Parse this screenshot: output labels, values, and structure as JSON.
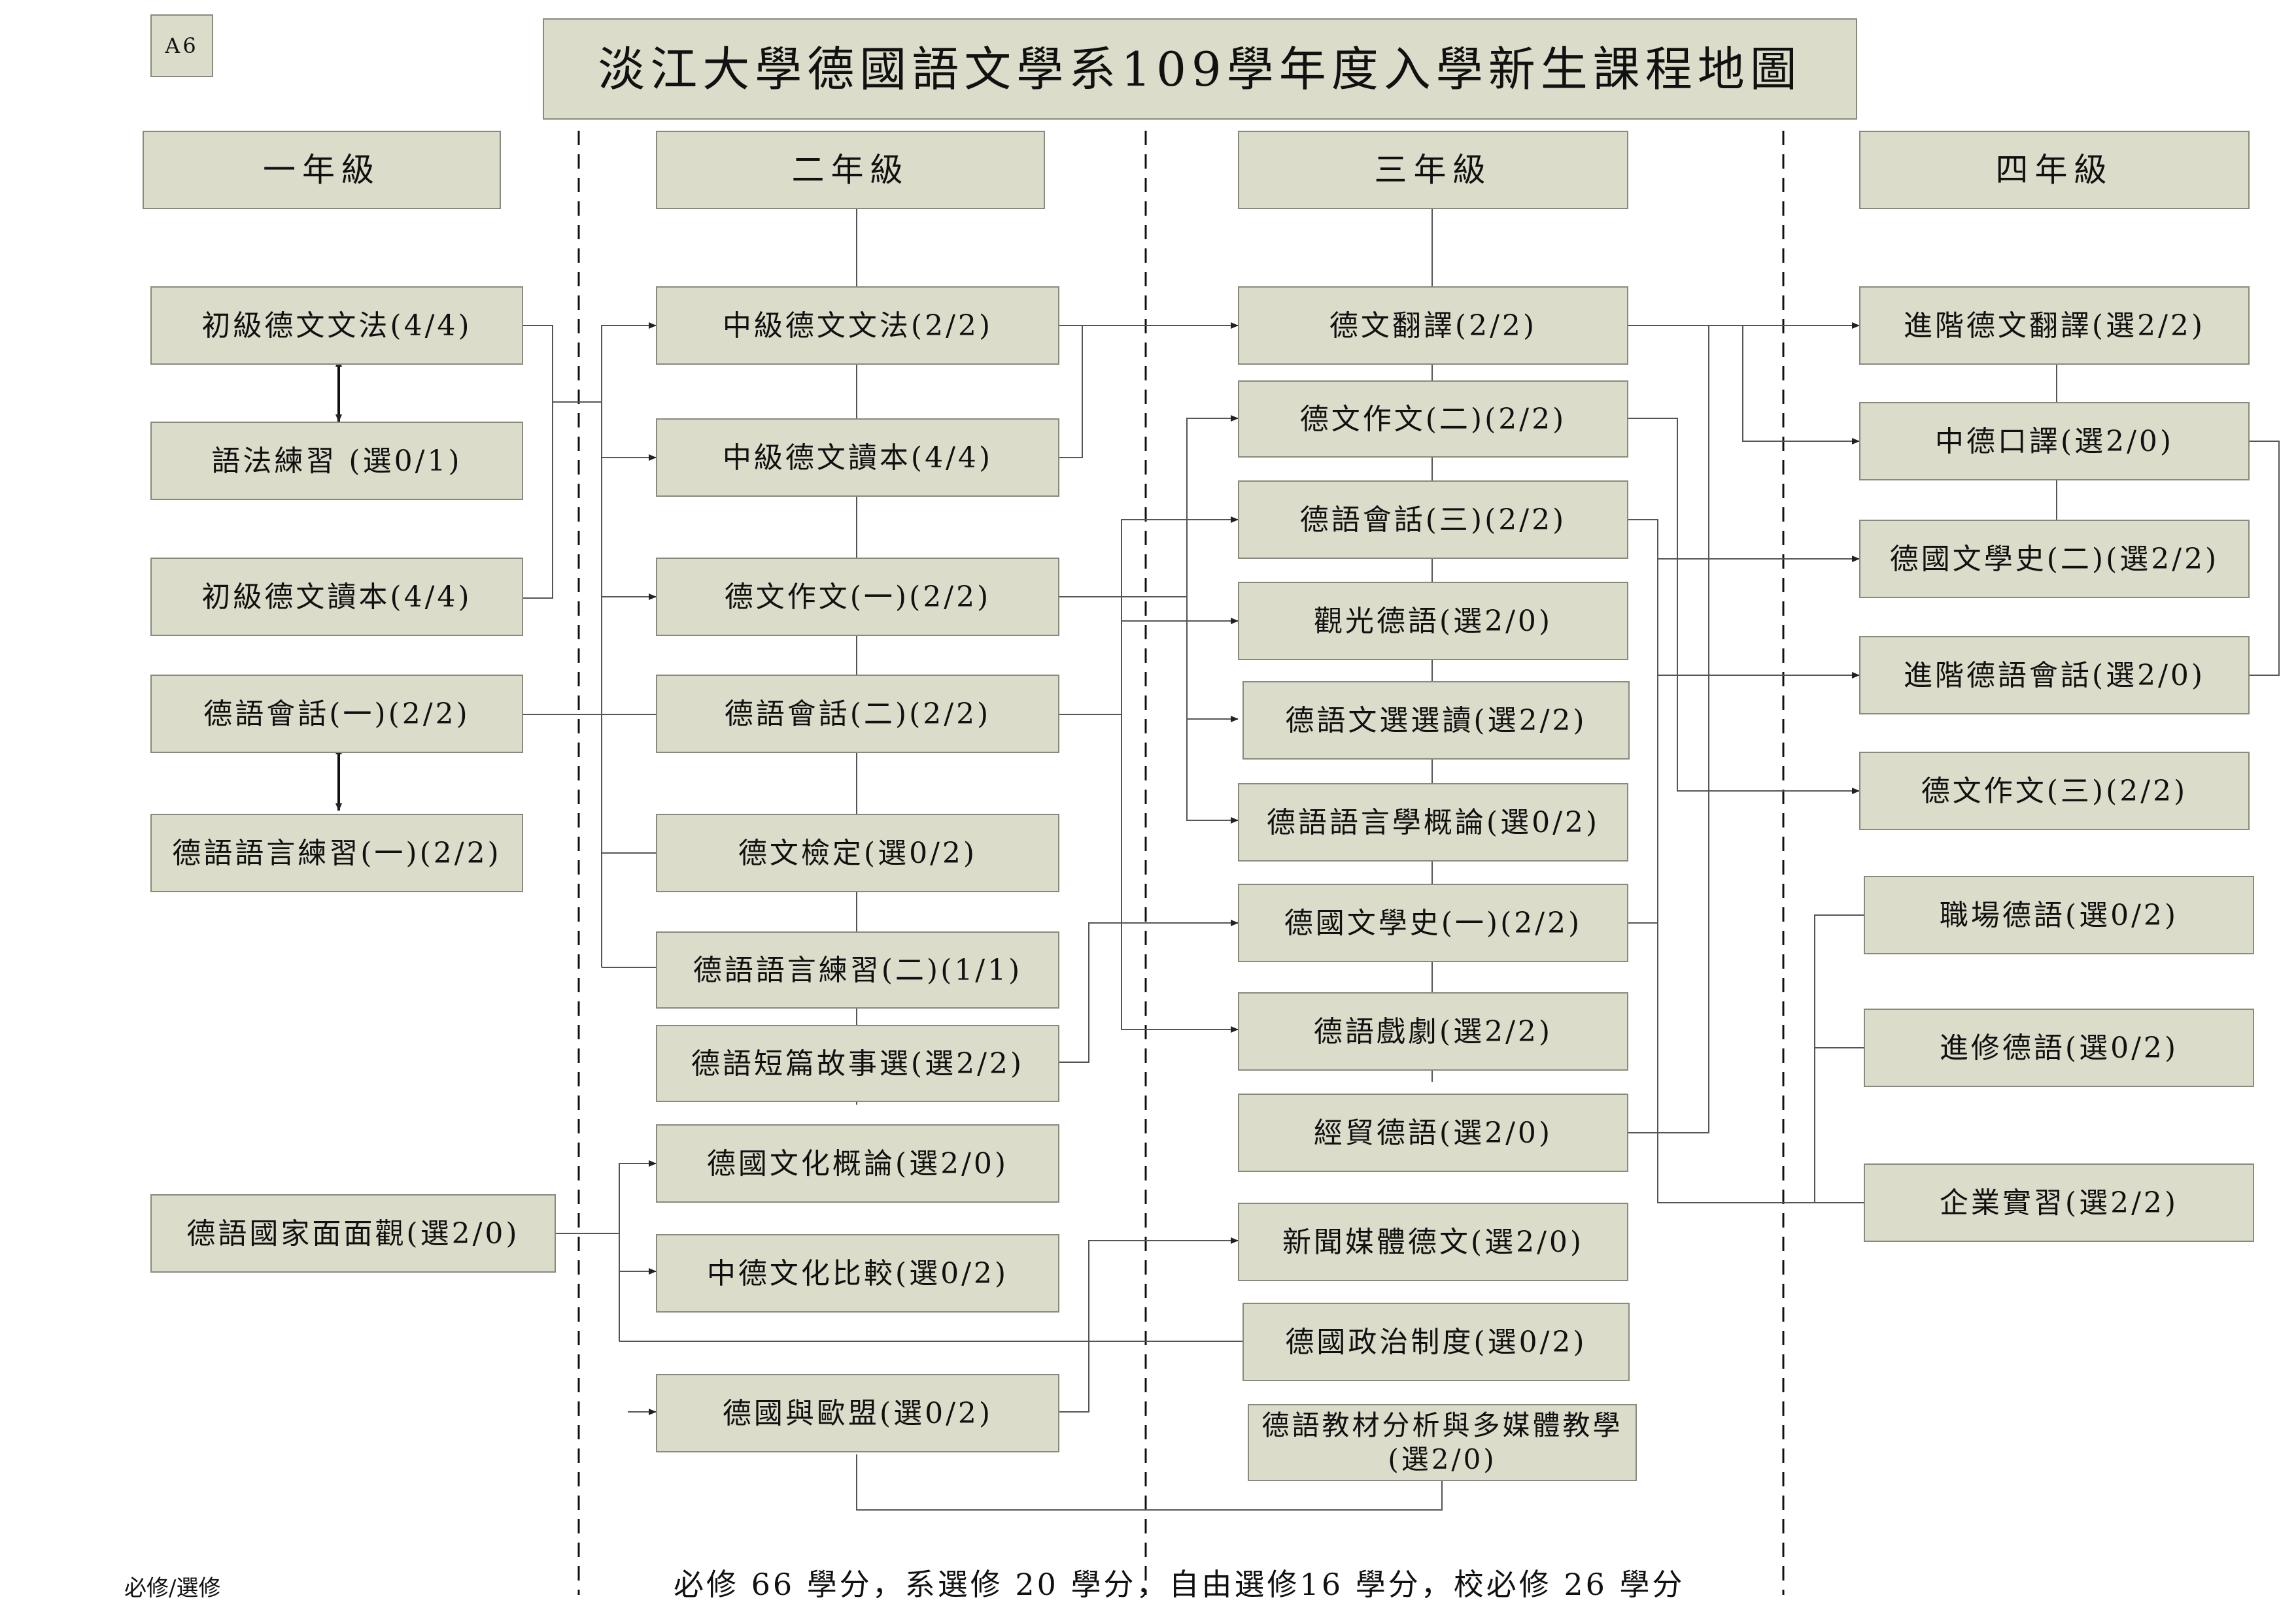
{
  "tag": "A6",
  "title": "淡江大學德國語文學系109學年度入學新生課程地圖",
  "years": {
    "y1": "一年級",
    "y2": "二年級",
    "y3": "三年級",
    "y4": "四年級"
  },
  "courses": {
    "y1": [
      "初級德文文法(4/4)",
      "語法練習 (選0/1)",
      "初級德文讀本(4/4)",
      "德語會話(一)(2/2)",
      "德語語言練習(一)(2/2)",
      "德語國家面面觀(選2/0)"
    ],
    "y2": [
      "中級德文文法(2/2)",
      "中級德文讀本(4/4)",
      "德文作文(一)(2/2)",
      "德語會話(二)(2/2)",
      "德文檢定(選0/2)",
      "德語語言練習(二)(1/1)",
      "德語短篇故事選(選2/2)",
      "德國文化概論(選2/0)",
      "中德文化比較(選0/2)",
      "德國與歐盟(選0/2)"
    ],
    "y3": [
      "德文翻譯(2/2)",
      "德文作文(二)(2/2)",
      "德語會話(三)(2/2)",
      "觀光德語(選2/0)",
      "德語文選選讀(選2/2)",
      "德語語言學概論(選0/2)",
      "德國文學史(一)(2/2)",
      "德語戲劇(選2/2)",
      "經貿德語(選2/0)",
      "新聞媒體德文(選2/0)",
      "德國政治制度(選0/2)",
      "德語教材分析與多媒體教學",
      "(選2/0)"
    ],
    "y4": [
      "進階德文翻譯(選2/2)",
      "中德口譯(選2/0)",
      "德國文學史(二)(選2/2)",
      "進階德語會話(選2/0)",
      "德文作文(三)(2/2)",
      "職場德語(選0/2)",
      "進修德語(選0/2)",
      "企業實習(選2/2)"
    ]
  },
  "note": "必修/選修",
  "footer": "必修 66 學分，系選修 20 學分，自由選修16 學分，校必修 26 學分",
  "colors": {
    "box_fill": "#dcdcca",
    "box_border": "#8a8a7a",
    "line": "#333333"
  }
}
